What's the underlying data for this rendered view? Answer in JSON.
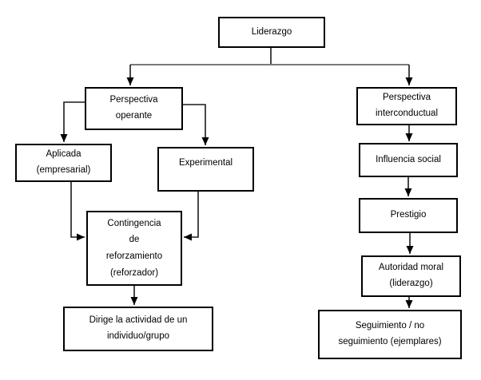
{
  "diagram": {
    "type": "flowchart",
    "language": "es",
    "colors": {
      "background": "#ffffff",
      "box_border": "#000000",
      "text": "#000000",
      "connector": "#1a1a1a",
      "branch_line": "#7a7a7a"
    },
    "nodes": [
      {
        "id": "liderazgo",
        "label": "Liderazgo"
      },
      {
        "id": "perspectiva-operante",
        "label": "Perspectiva\noperante"
      },
      {
        "id": "perspectiva-interconductual",
        "label": "Perspectiva\ninterconductual"
      },
      {
        "id": "aplicada-empresarial",
        "label": "Aplicada\n(empresarial)"
      },
      {
        "id": "experimental",
        "label": "Experimental"
      },
      {
        "id": "contingencia-reforzamiento",
        "label": "Contingencia\nde\nreforzamiento\n(reforzador)"
      },
      {
        "id": "dirige-actividad",
        "label": "Dirige la actividad de un\nindividuo/grupo"
      },
      {
        "id": "influencia-social",
        "label": "Influencia social"
      },
      {
        "id": "prestigio",
        "label": "Prestigio"
      },
      {
        "id": "autoridad-moral",
        "label": "Autoridad moral\n(liderazgo)"
      },
      {
        "id": "seguimiento",
        "label": "Seguimiento / no\nseguimiento (ejemplares)"
      }
    ],
    "edges": [
      {
        "from": "liderazgo",
        "to": "perspectiva-operante"
      },
      {
        "from": "liderazgo",
        "to": "perspectiva-interconductual"
      },
      {
        "from": "perspectiva-operante",
        "to": "aplicada-empresarial"
      },
      {
        "from": "perspectiva-operante",
        "to": "experimental"
      },
      {
        "from": "aplicada-empresarial",
        "to": "contingencia-reforzamiento"
      },
      {
        "from": "experimental",
        "to": "contingencia-reforzamiento"
      },
      {
        "from": "contingencia-reforzamiento",
        "to": "dirige-actividad"
      },
      {
        "from": "perspectiva-interconductual",
        "to": "influencia-social"
      },
      {
        "from": "influencia-social",
        "to": "prestigio"
      },
      {
        "from": "prestigio",
        "to": "autoridad-moral"
      },
      {
        "from": "autoridad-moral",
        "to": "seguimiento"
      }
    ]
  }
}
